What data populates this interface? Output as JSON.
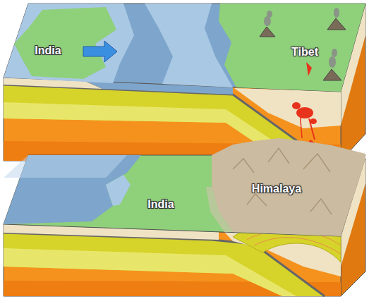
{
  "diagram": {
    "labels": [
      "India",
      "Tibet",
      "India",
      "Himalaya"
    ]
  }
}
